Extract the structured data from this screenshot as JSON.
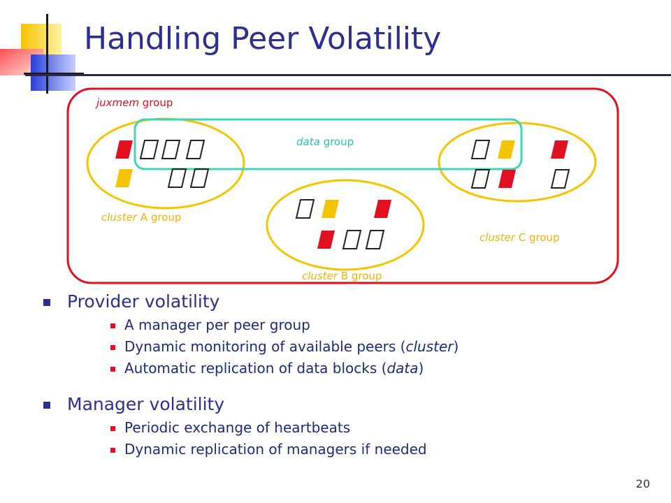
{
  "slide": {
    "title": "Handling Peer Volatility",
    "page_number": "20",
    "colors": {
      "title": "#2b2f8f",
      "red": "#e01020",
      "yellow": "#f5c400",
      "teal": "#3fd6b8",
      "accent_blue": "#2b3fd9"
    }
  },
  "diagram": {
    "juxmem_label": {
      "em": "juxmem",
      "rest": " group"
    },
    "data_label": {
      "em": "data",
      "rest": " group"
    },
    "cluster_a_label": {
      "em": "cluster",
      "rest": " A group"
    },
    "cluster_b_label": {
      "em": "cluster",
      "rest": " B group"
    },
    "cluster_c_label": {
      "em": "cluster",
      "rest": " C group"
    }
  },
  "bullets": [
    {
      "label": "Provider volatility",
      "items": [
        {
          "text": "A manager per peer group"
        },
        {
          "text": "Dynamic monitoring of available peers (",
          "em": "cluster",
          "after": ")"
        },
        {
          "text": "Automatic replication of data blocks (",
          "em": "data",
          "after": ")"
        }
      ]
    },
    {
      "label": "Manager volatility",
      "items": [
        {
          "text": "Periodic exchange of heartbeats"
        },
        {
          "text": "Dynamic replication of managers if needed"
        }
      ]
    }
  ]
}
